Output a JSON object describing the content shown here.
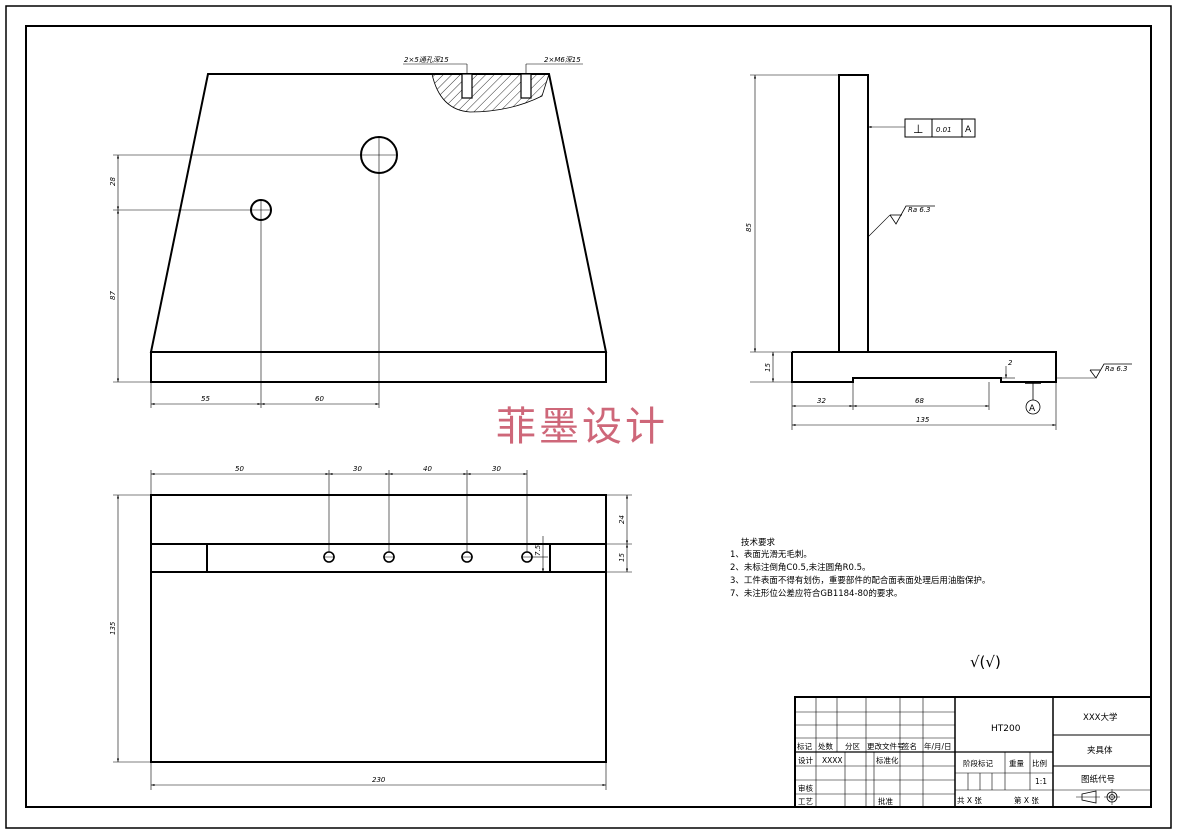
{
  "watermark": "菲墨设计",
  "front_view": {
    "hole_callout_left": "2×5通孔深15",
    "hole_callout_right": "2×M6深15",
    "dims": {
      "d28": "28",
      "d87": "87",
      "d55": "55",
      "d60": "60"
    }
  },
  "side_view": {
    "dims": {
      "d85": "85",
      "d15": "15",
      "d32": "32",
      "d68": "68",
      "d135": "135",
      "d2": "2"
    },
    "perpendicularity": {
      "symbol": "⊥",
      "tolerance": "0.01",
      "datum": "A"
    },
    "roughness_1": "Ra 6.3",
    "roughness_2": "Ra 6.3",
    "datum_label": "A"
  },
  "top_view": {
    "dims": {
      "d50": "50",
      "d30a": "30",
      "d40": "40",
      "d30b": "30",
      "d24": "24",
      "d15": "15",
      "d7_5": "7.5",
      "d135": "135",
      "d230": "230"
    }
  },
  "tech_requirements": {
    "title": "技术要求",
    "items": [
      "1、表面光滑无毛刺。",
      "2、未标注倒角C0.5,未注圆角R0.5。",
      "3、工件表面不得有划伤，重要部件的配合面表面处理后用油脂保护。",
      "7、未注形位公差应符合GB1184-80的要求。"
    ]
  },
  "roughness_note": "√(√)",
  "title_block": {
    "material": "HT200",
    "school": "XXX大学",
    "part_name": "夹具体",
    "drawing_no_label": "图纸代号",
    "row_labels": [
      "标记",
      "处数",
      "分区",
      "更改文件号",
      "签名",
      "年/月/日"
    ],
    "design": "设计",
    "designer": "XXXX",
    "standardize": "标准化",
    "stage_mark": "阶段标记",
    "weight": "重量",
    "scale_label": "比例",
    "scale": "1:1",
    "review": "审核",
    "process": "工艺",
    "approve": "批准",
    "sheets_total": "共 X 张",
    "sheet_no": "第 X 张"
  }
}
